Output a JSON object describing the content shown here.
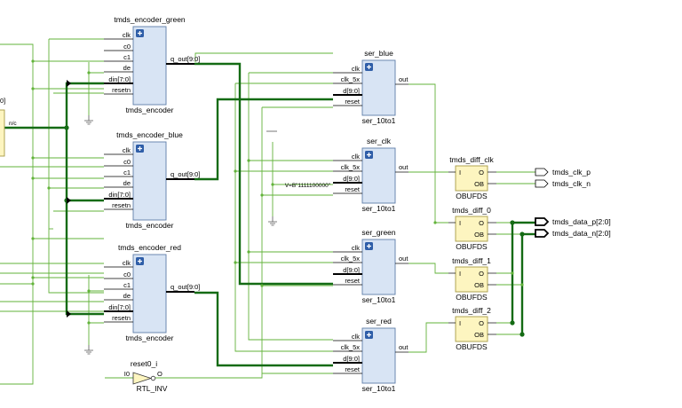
{
  "colors": {
    "background": "#ffffff",
    "wire": "#62b33a",
    "bus": "#146b14",
    "block_fill": "#d8e4f4",
    "block_stroke": "#5f7da8",
    "buffer_fill": "#fdf5c0",
    "buffer_stroke": "#a89b45",
    "plus_fill": "#2f5ea8"
  },
  "left_edge": {
    "label_0": "0]",
    "label_nc": "n/c"
  },
  "encoders": [
    {
      "instance": "tmds_encoder_green",
      "cell": "tmds_encoder",
      "inputs": [
        "clk",
        "c0",
        "c1",
        "de",
        "din[7:0]",
        "resetn"
      ],
      "output": "q_out[9:0]"
    },
    {
      "instance": "tmds_encoder_blue",
      "cell": "tmds_encoder",
      "inputs": [
        "clk",
        "c0",
        "c1",
        "de",
        "din[7:0]",
        "resetn"
      ],
      "output": "q_out[9:0]"
    },
    {
      "instance": "tmds_encoder_red",
      "cell": "tmds_encoder",
      "inputs": [
        "clk",
        "c0",
        "c1",
        "de",
        "din[7:0]",
        "resetn"
      ],
      "output": "q_out[9:0]"
    }
  ],
  "serializers": [
    {
      "instance": "ser_blue",
      "cell": "ser_10to1",
      "inputs": [
        "clk",
        "clk_5x",
        "d[9:0]",
        "reset"
      ],
      "output": "out"
    },
    {
      "instance": "ser_clk",
      "cell": "ser_10to1",
      "inputs": [
        "clk",
        "clk_5x",
        "d[9:0]",
        "reset"
      ],
      "output": "out"
    },
    {
      "instance": "ser_green",
      "cell": "ser_10to1",
      "inputs": [
        "clk",
        "clk_5x",
        "d[9:0]",
        "reset"
      ],
      "output": "out"
    },
    {
      "instance": "ser_red",
      "cell": "ser_10to1",
      "inputs": [
        "clk",
        "clk_5x",
        "d[9:0]",
        "reset"
      ],
      "output": "out"
    }
  ],
  "constant": {
    "label": "V=B\"1111100000\""
  },
  "buffers": [
    {
      "instance": "tmds_diff_clk",
      "cell": "OBUFDS",
      "input": "I",
      "out_o": "O",
      "out_ob": "OB"
    },
    {
      "instance": "tmds_diff_0",
      "cell": "OBUFDS",
      "input": "I",
      "out_o": "O",
      "out_ob": "OB"
    },
    {
      "instance": "tmds_diff_1",
      "cell": "OBUFDS",
      "input": "I",
      "out_o": "O",
      "out_ob": "OB"
    },
    {
      "instance": "tmds_diff_2",
      "cell": "OBUFDS",
      "input": "I",
      "out_o": "O",
      "out_ob": "OB"
    }
  ],
  "inverter": {
    "instance": "reset0_i",
    "cell": "RTL_INV",
    "input": "I0",
    "output": "O"
  },
  "output_ports": [
    "tmds_clk_p",
    "tmds_clk_n",
    "tmds_data_p[2:0]",
    "tmds_data_n[2:0]"
  ]
}
